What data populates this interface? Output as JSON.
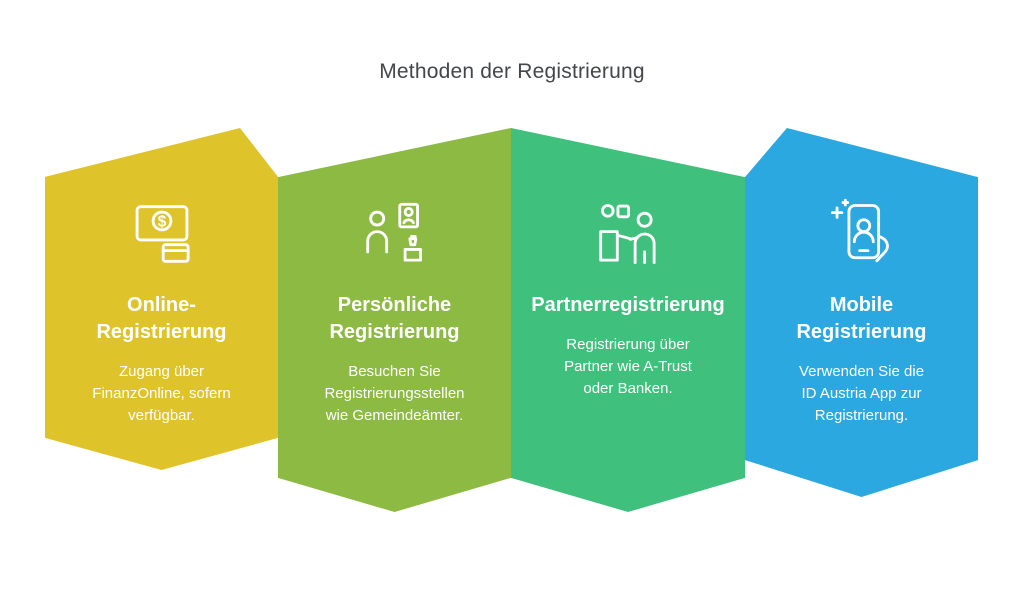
{
  "title": "Methoden der Registrierung",
  "cards": [
    {
      "id": "online",
      "color": "#dfc32b",
      "icon": "monitor-dollar-icon",
      "heading": "Online-\nRegistrierung",
      "body": "Zugang über\nFinanzOnline, sofern\nverfügbar."
    },
    {
      "id": "personal",
      "color": "#8cba42",
      "icon": "person-registration-desk-icon",
      "heading": "Persönliche\nRegistrierung",
      "body": "Besuchen Sie\nRegistrierungsstellen\nwie Gemeindeämter."
    },
    {
      "id": "partner",
      "color": "#3fc07c",
      "icon": "partner-handover-icon",
      "heading": "Partnerregistrierung",
      "body": "Registrierung über\nPartner wie A-Trust\noder Banken."
    },
    {
      "id": "mobile",
      "color": "#2ba8e0",
      "icon": "smartphone-hand-icon",
      "heading": "Mobile\nRegistrierung",
      "body": "Verwenden Sie die\nID Austria App zur\nRegistrierung."
    }
  ]
}
